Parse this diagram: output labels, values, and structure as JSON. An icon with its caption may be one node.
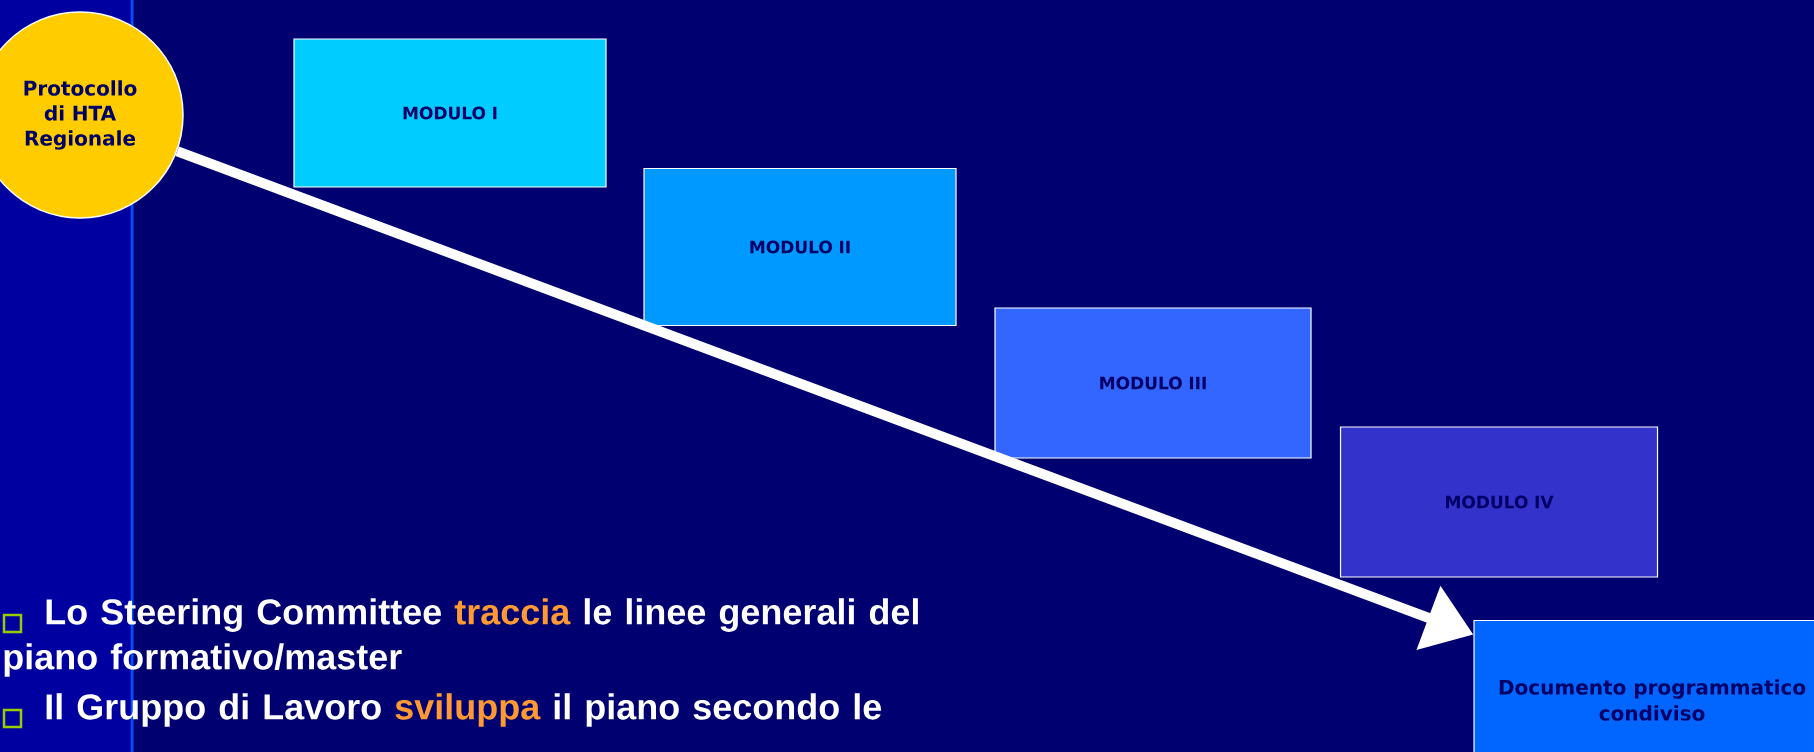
{
  "diagram": {
    "nodes": [
      {
        "text": [
          "Protocollo di HTA Regionale"
        ]
      },
      {
        "text": [
          "MODULO I"
        ]
      },
      {
        "text": [
          "MODULO II"
        ]
      },
      {
        "text": [
          "MODULO III"
        ]
      },
      {
        "text": [
          "MODULO IV"
        ]
      },
      {
        "text": [
          "Documento programmatico condiviso"
        ]
      }
    ],
    "edges": [
      {
        "from": 0,
        "to": 5,
        "arrow": "to"
      }
    ],
    "labels": [
      "Lo Steering Committee",
      "traccia",
      "le linee generali del piano formativo/master",
      "Il Gruppo di Lavoro",
      "sviluppa",
      "il piano secondo le"
    ]
  }
}
